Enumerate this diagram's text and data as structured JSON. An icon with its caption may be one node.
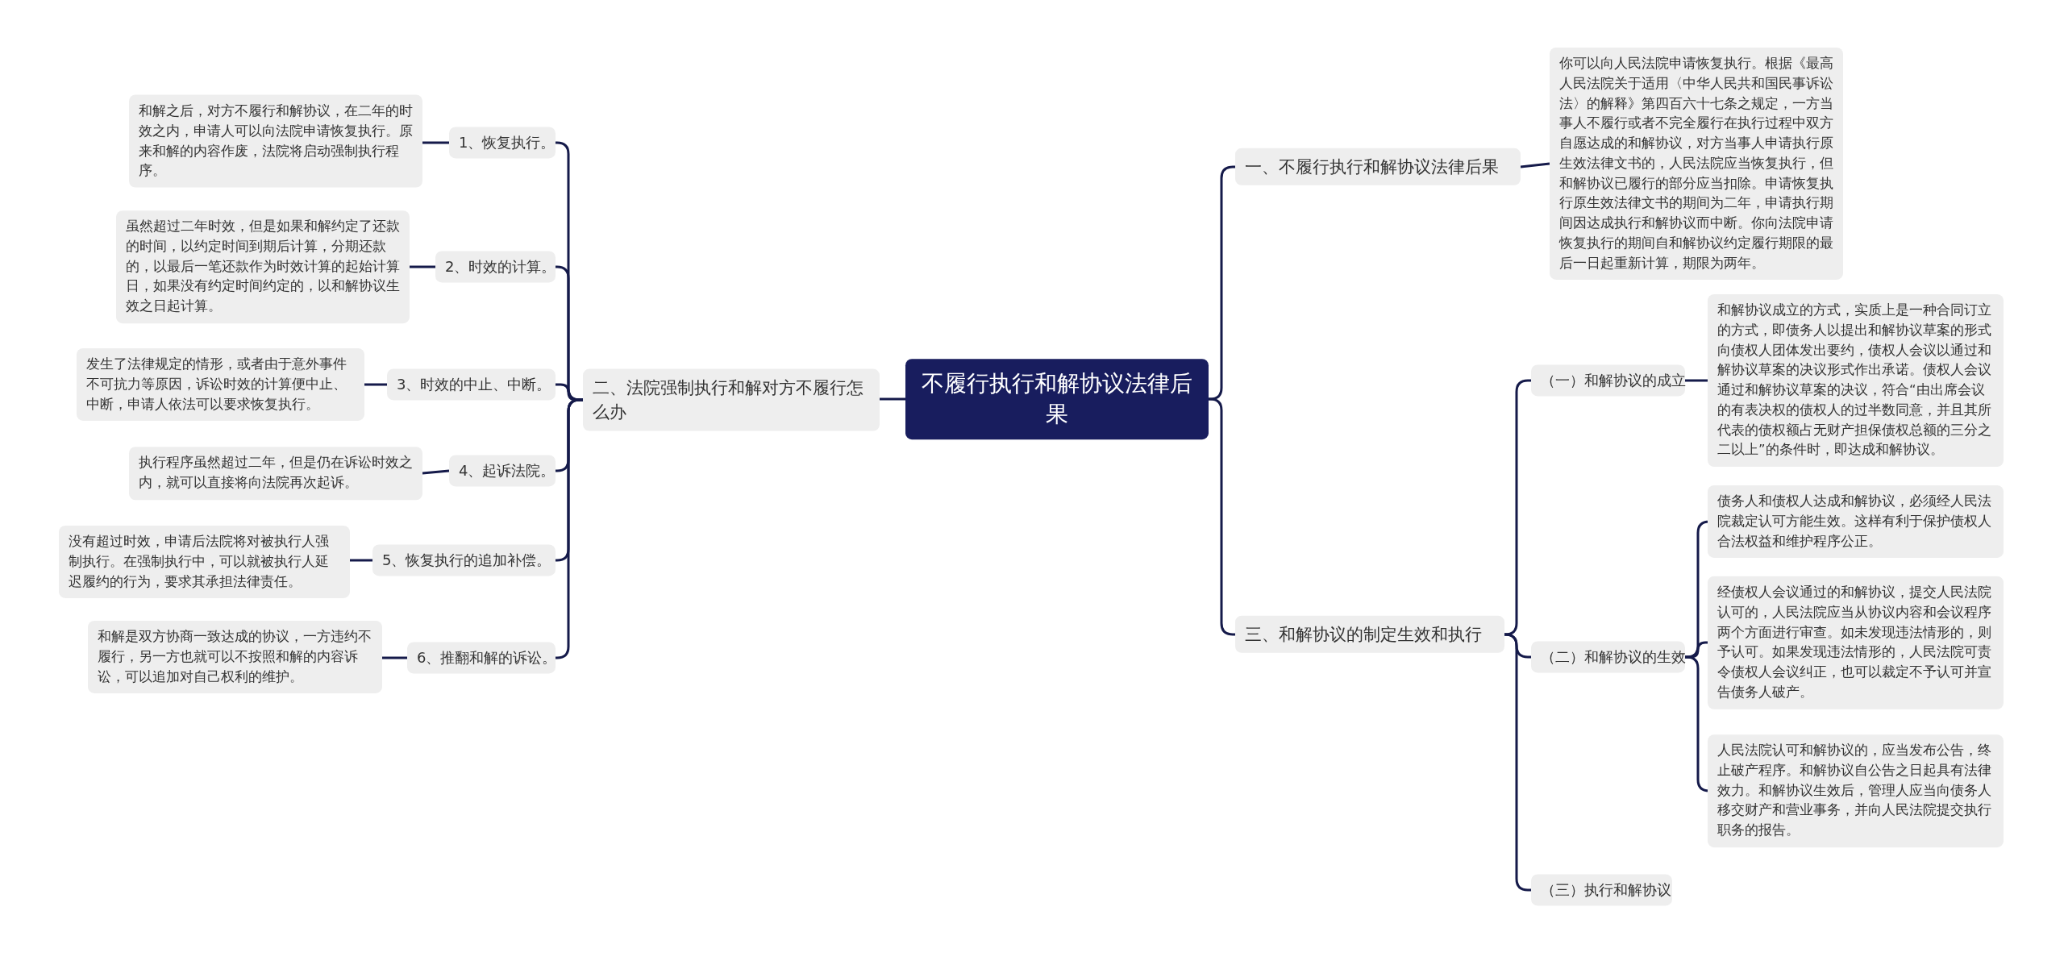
{
  "diagram": {
    "nodes": [
      {
        "text": [
          "不履行执行和解协议法律后果"
        ]
      },
      {
        "text": [
          "二、法院强制执行和解对方不履行怎么办"
        ]
      },
      {
        "text": [
          "1、恢复执行。"
        ]
      },
      {
        "text": [
          "和解之后，对方不履行和解协议，在二年的时效之内，申请人可以向法院申请恢复执行。原来和解的内容作废，法院将启动强制执行程序。"
        ]
      },
      {
        "text": [
          "2、时效的计算。"
        ]
      },
      {
        "text": [
          "虽然超过二年时效，但是如果和解约定了还款的时间，以约定时间到期后计算，分期还款的，以最后一笔还款作为时效计算的起始计算日，如果没有约定时间约定的，以和解协议生效之日起计算。"
        ]
      },
      {
        "text": [
          "3、时效的中止、中断。"
        ]
      },
      {
        "text": [
          "发生了法律规定的情形，或者由于意外事件不可抗力等原因，诉讼时效的计算便中止、中断，申请人依法可以要求恢复执行。"
        ]
      },
      {
        "text": [
          "4、起诉法院。"
        ]
      },
      {
        "text": [
          "执行程序虽然超过二年，但是仍在诉讼时效之内，就可以直接将向法院再次起诉。"
        ]
      },
      {
        "text": [
          "5、恢复执行的追加补偿。"
        ]
      },
      {
        "text": [
          "没有超过时效，申请后法院将对被执行人强制执行。在强制执行中，可以就被执行人延迟履约的行为，要求其承担法律责任。"
        ]
      },
      {
        "text": [
          "6、推翻和解的诉讼。"
        ]
      },
      {
        "text": [
          "和解是双方协商一致达成的协议，一方违约不履行，另一方也就可以不按照和解的内容诉讼，可以追加对自己权利的维护。"
        ]
      },
      {
        "text": [
          "一、不履行执行和解协议法律后果"
        ]
      },
      {
        "text": [
          "你可以向人民法院申请恢复执行。根据《最高人民法院关于适用〈中华人民共和国民事诉讼法〉的解释》第四百六十七条之规定，一方当事人不履行或者不完全履行在执行过程中双方自愿达成的和解协议，对方当事人申请执行原生效法律文书的，人民法院应当恢复执行，但和解协议已履行的部分应当扣除。申请恢复执行原生效法律文书的期间为二年，申请执行期间因达成执行和解协议而中断。你向法院申请恢复执行的期间自和解协议约定履行期限的最后一日起重新计算，期限为两年。"
        ]
      },
      {
        "text": [
          "三、和解协议的制定生效和执行"
        ]
      },
      {
        "text": [
          "（一）和解协议的成立"
        ]
      },
      {
        "text": [
          "和解协议成立的方式，实质上是一种合同订立的方式，即债务人以提出和解协议草案的形式向债权人团体发出要约，债权人会议以通过和解协议草案的决议形式作出承诺。债权人会议通过和解协议草案的决议，符合“由出席会议的有表决权的债权人的过半数同意，并且其所代表的债权额占无财产担保债权总额的三分之二以上”的条件时，即达成和解协议。"
        ]
      },
      {
        "text": [
          "（二）和解协议的生效"
        ]
      },
      {
        "text": [
          "债务人和债权人达成和解协议，必须经人民法院裁定认可方能生效。这样有利于保护债权人合法权益和维护程序公正。"
        ]
      },
      {
        "text": [
          "经债权人会议通过的和解协议，提交人民法院认可的，人民法院应当从协议内容和会议程序两个方面进行审查。如未发现违法情形的，则予认可。如果发现违法情形的，人民法院可责令债权人会议纠正，也可以裁定不予认可并宣告债务人破产。"
        ]
      },
      {
        "text": [
          "人民法院认可和解协议的，应当发布公告，终止破产程序。和解协议自公告之日起具有法律效力。和解协议生效后，管理人应当向债务人移交财产和营业事务，并向人民法院提交执行职务的报告。"
        ]
      },
      {
        "text": [
          "（三）执行和解协议"
        ]
      }
    ],
    "edges": [
      {
        "from": 0,
        "to": 1,
        "arrow": "none"
      },
      {
        "from": 1,
        "to": 2,
        "arrow": "none"
      },
      {
        "from": 2,
        "to": 3,
        "arrow": "none"
      },
      {
        "from": 1,
        "to": 4,
        "arrow": "none"
      },
      {
        "from": 4,
        "to": 5,
        "arrow": "none"
      },
      {
        "from": 1,
        "to": 6,
        "arrow": "none"
      },
      {
        "from": 6,
        "to": 7,
        "arrow": "none"
      },
      {
        "from": 1,
        "to": 8,
        "arrow": "none"
      },
      {
        "from": 8,
        "to": 9,
        "arrow": "none"
      },
      {
        "from": 1,
        "to": 10,
        "arrow": "none"
      },
      {
        "from": 10,
        "to": 11,
        "arrow": "none"
      },
      {
        "from": 1,
        "to": 12,
        "arrow": "none"
      },
      {
        "from": 12,
        "to": 13,
        "arrow": "none"
      },
      {
        "from": 0,
        "to": 14,
        "arrow": "none"
      },
      {
        "from": 14,
        "to": 15,
        "arrow": "none"
      },
      {
        "from": 0,
        "to": 16,
        "arrow": "none"
      },
      {
        "from": 16,
        "to": 17,
        "arrow": "none"
      },
      {
        "from": 17,
        "to": 18,
        "arrow": "none"
      },
      {
        "from": 16,
        "to": 19,
        "arrow": "none"
      },
      {
        "from": 19,
        "to": 20,
        "arrow": "none"
      },
      {
        "from": 19,
        "to": 21,
        "arrow": "none"
      },
      {
        "from": 19,
        "to": 22,
        "arrow": "none"
      },
      {
        "from": 16,
        "to": 23,
        "arrow": "none"
      }
    ]
  }
}
